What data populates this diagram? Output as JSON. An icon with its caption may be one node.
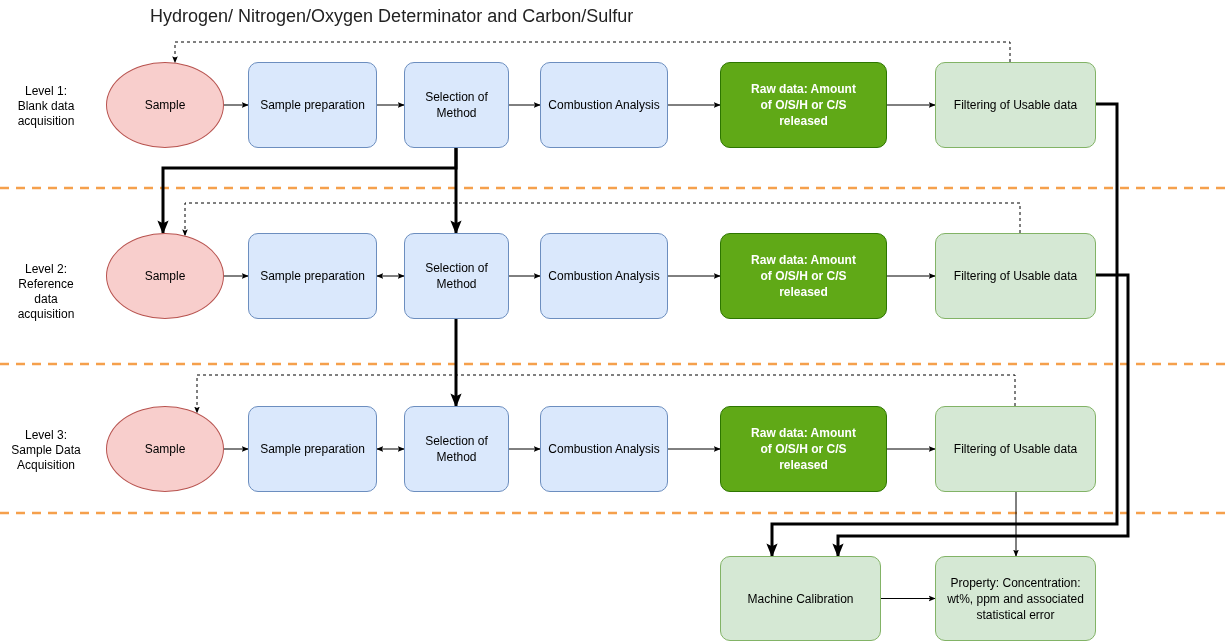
{
  "diagram": {
    "title": "Hydrogen/ Nitrogen/Oxygen Determinator and Carbon/Sulfur",
    "nodes": [
      {
        "text": [
          "Sample"
        ]
      },
      {
        "text": [
          "Sample preparation"
        ]
      },
      {
        "text": [
          "Selection of Method"
        ]
      },
      {
        "text": [
          "Combustion Analysis"
        ]
      },
      {
        "text": [
          "Raw data: Amount of O/S/H or C/S released"
        ]
      },
      {
        "text": [
          "Filtering of Usable data"
        ]
      },
      {
        "text": [
          "Sample"
        ]
      },
      {
        "text": [
          "Sample preparation"
        ]
      },
      {
        "text": [
          "Selection of Method"
        ]
      },
      {
        "text": [
          "Combustion Analysis"
        ]
      },
      {
        "text": [
          "Raw data: Amount of O/S/H or C/S released"
        ]
      },
      {
        "text": [
          "Filtering of Usable data"
        ]
      },
      {
        "text": [
          "Sample"
        ]
      },
      {
        "text": [
          "Sample preparation"
        ]
      },
      {
        "text": [
          "Selection of Method"
        ]
      },
      {
        "text": [
          "Combustion Analysis"
        ]
      },
      {
        "text": [
          "Raw data: Amount of O/S/H or C/S released"
        ]
      },
      {
        "text": [
          "Filtering of Usable data"
        ]
      },
      {
        "text": [
          "Machine Calibration"
        ]
      },
      {
        "text": [
          "Property: Concentration: wt%, ppm and associated statistical error"
        ]
      }
    ],
    "edges": [
      {
        "from": 0,
        "to": 1,
        "arrow": "to"
      },
      {
        "from": 1,
        "to": 2,
        "arrow": "to"
      },
      {
        "from": 2,
        "to": 3,
        "arrow": "to"
      },
      {
        "from": 3,
        "to": 4,
        "arrow": "to"
      },
      {
        "from": 4,
        "to": 5,
        "arrow": "to"
      },
      {
        "from": 5,
        "to": 0,
        "arrow": "to",
        "style": "dashed"
      },
      {
        "from": 2,
        "to": 6,
        "arrow": "to",
        "style": "thick"
      },
      {
        "from": 2,
        "to": 8,
        "arrow": "to",
        "style": "thick"
      },
      {
        "from": 5,
        "to": 18,
        "arrow": "to",
        "style": "thick"
      },
      {
        "from": 6,
        "to": 7,
        "arrow": "to"
      },
      {
        "from": 7,
        "to": 8,
        "arrow": "both"
      },
      {
        "from": 8,
        "to": 9,
        "arrow": "to"
      },
      {
        "from": 9,
        "to": 10,
        "arrow": "to"
      },
      {
        "from": 10,
        "to": 11,
        "arrow": "to"
      },
      {
        "from": 11,
        "to": 6,
        "arrow": "to",
        "style": "dashed"
      },
      {
        "from": 8,
        "to": 14,
        "arrow": "to",
        "style": "thick"
      },
      {
        "from": 11,
        "to": 18,
        "arrow": "to",
        "style": "thick"
      },
      {
        "from": 12,
        "to": 13,
        "arrow": "to"
      },
      {
        "from": 13,
        "to": 14,
        "arrow": "both"
      },
      {
        "from": 14,
        "to": 15,
        "arrow": "to"
      },
      {
        "from": 15,
        "to": 16,
        "arrow": "to"
      },
      {
        "from": 16,
        "to": 17,
        "arrow": "to"
      },
      {
        "from": 17,
        "to": 12,
        "arrow": "to",
        "style": "dashed"
      },
      {
        "from": 17,
        "to": 19,
        "arrow": "to"
      },
      {
        "from": 18,
        "to": 19,
        "arrow": "to"
      }
    ],
    "labels": [
      "Level 1: Blank data acquisition",
      "Level 2: Reference data acquisition",
      "Level 3: Sample Data Acquisition"
    ]
  }
}
